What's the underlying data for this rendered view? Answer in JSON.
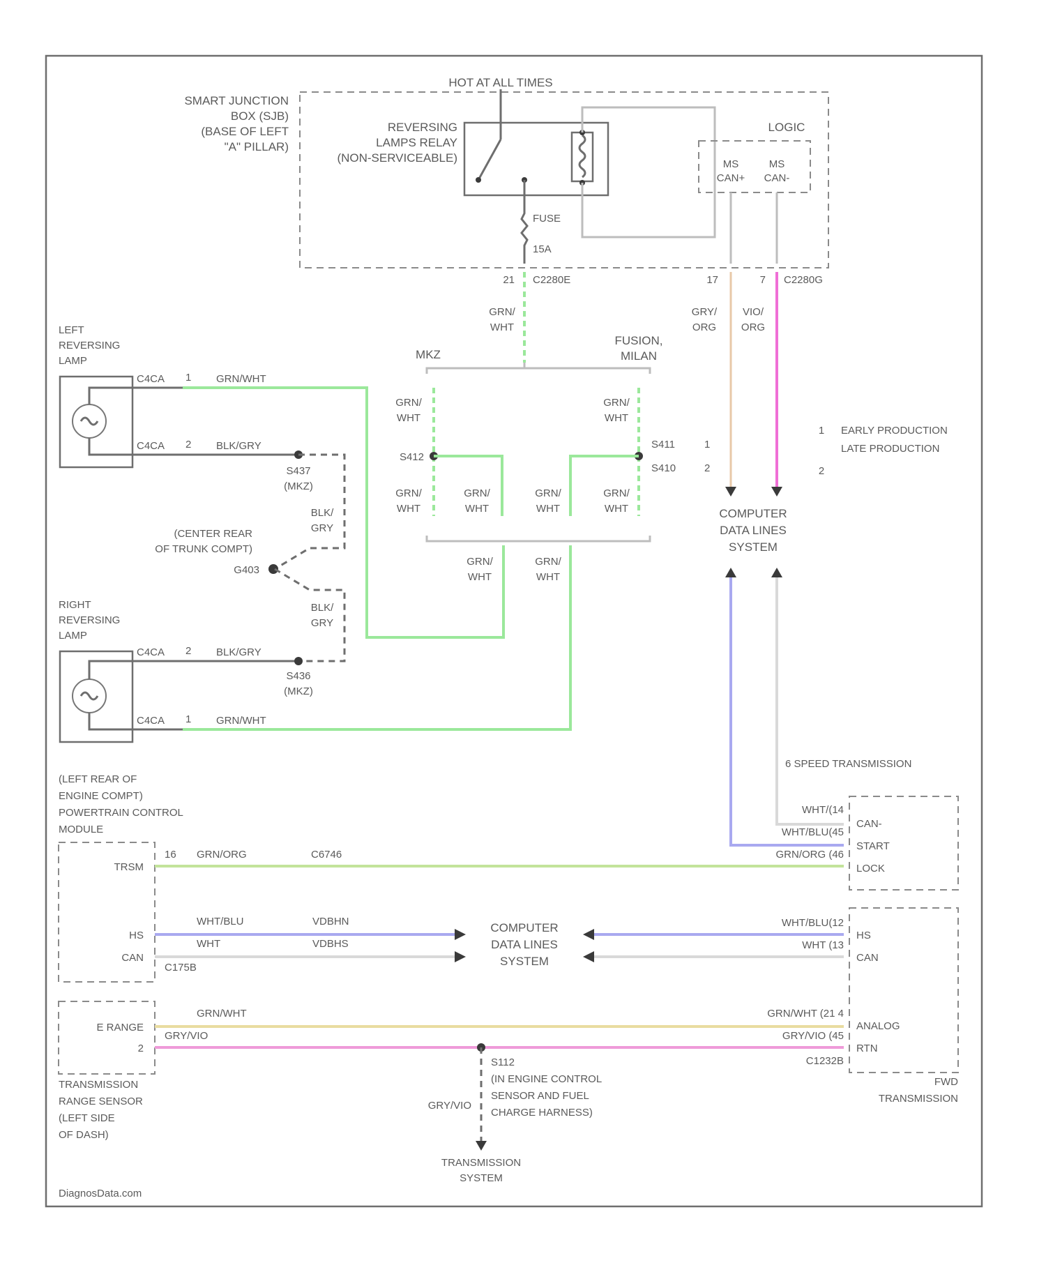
{
  "labels": {
    "hot_at_all_times": "HOT AT ALL TIMES",
    "sjb_1": "SMART JUNCTION",
    "sjb_2": "BOX (SJB)",
    "sjb_3": "(BASE OF LEFT",
    "sjb_4": "\"A\" PILLAR)",
    "relay_1": "REVERSING",
    "relay_2": "LAMPS RELAY",
    "relay_3": "(NON-SERVICEABLE)",
    "logic": "LOGIC",
    "ms_canp_1": "MS",
    "ms_canp_2": "CAN+",
    "ms_canm_1": "MS",
    "ms_canm_2": "CAN-",
    "fuse": "FUSE",
    "fuse_amp": "15A",
    "conn_left_pin": "21",
    "conn_left": "C2280E",
    "conn_right_pin1": "17",
    "conn_right_pin2": "7",
    "conn_right": "C2280G",
    "wire_grn_wht_1": "GRN/",
    "wire_grn_wht_2": "WHT",
    "wire_gry_org_1": "GRY/",
    "wire_gry_org_2": "ORG",
    "wire_vio_org_1": "VIO/",
    "wire_vio_org_2": "ORG",
    "mkz": "MKZ",
    "fusion_1": "FUSION,",
    "fusion_2": "MILAN",
    "left_lamp_1": "LEFT",
    "left_lamp_2": "REVERSING",
    "left_lamp_3": "LAMP",
    "right_lamp_1": "RIGHT",
    "right_lamp_2": "REVERSING",
    "right_lamp_3": "LAMP",
    "c4_l1": "C4CA",
    "c4_l2": "C4CA",
    "c4_r1": "C4CA",
    "c4_r2": "C4CA",
    "pin_1": "1",
    "pin_2": "2",
    "grnwht": "GRN/WHT",
    "blkgry": "BLK/GRY",
    "s437": "S437",
    "s436": "S436",
    "mkz_paren": "(MKZ)",
    "blk_1": "BLK/",
    "blk_2": "GRY",
    "center_rear_1": "(CENTER REAR",
    "center_rear_2": "OF TRUNK COMPT)",
    "g403": "G403",
    "s412": "S412",
    "s411": "S411",
    "s410": "S410",
    "early_num": "1",
    "early": "EARLY PRODUCTION",
    "late_num": "2",
    "late": "LATE PRODUCTION",
    "cdl_1": "COMPUTER",
    "cdl_2": "DATA LINES",
    "cdl_3": "SYSTEM",
    "six_speed": "6 SPEED TRANSMISSION",
    "pcm_1": "(LEFT REAR OF",
    "pcm_2": "ENGINE COMPT)",
    "pcm_3": "POWERTRAIN CONTROL",
    "pcm_4": "MODULE",
    "trsm": "TRSM",
    "hs": "HS",
    "can": "CAN",
    "pin_16": "16",
    "wire_grn_org": "GRN/ORG",
    "c6746": "C6746",
    "wht_blu": "WHT/BLU",
    "wht": "WHT",
    "c175b": "C175B",
    "vdbhn": "VDBHN",
    "vdbhs": "VDBHS",
    "trs_wht14": "WHT/(14",
    "trs_whtblu": "WHT/BLU(45",
    "trs_grnorg": "GRN/ORG (46",
    "canm": "CAN-",
    "start": "START",
    "lock": "LOCK",
    "trs_hs": "HS",
    "trs_can": "CAN",
    "trs_wb12": "WHT/BLU(12",
    "trs_w13": "WHT (13",
    "range_1": "E RANGE",
    "range_pin": "2",
    "grnwht_pin": "GRN/WHT",
    "gryviolet": "GRY/VIO",
    "trs_grnwht21": "GRN/WHT (21 4",
    "trs_gryvio": "GRY/VIO (45",
    "analog": "ANALOG",
    "rtn": "RTN",
    "c1232b": "C1232B",
    "s112_1": "S112",
    "s112_2": "(IN ENGINE CONTROL",
    "s112_3": "SENSOR AND FUEL",
    "s112_4": "CHARGE HARNESS)",
    "gry_vio_down": "GRY/VIO",
    "trs_sensor_1": "TRANSMISSION",
    "trs_sensor_2": "RANGE SENSOR",
    "trs_sensor_3": "(LEFT SIDE",
    "trs_sensor_4": "OF DASH)",
    "fwd_1": "FWD",
    "fwd_2": "TRANSMISSION",
    "trans_sys_1": "TRANSMISSION",
    "trans_sys_2": "SYSTEM",
    "watermark": "DiagnosData.com"
  },
  "colors": {
    "green_wire": "#9be89b",
    "pink_wire": "#f06fd6",
    "blue_wire": "#a9a9f0",
    "tan_wire": "#e8c9a8"
  }
}
